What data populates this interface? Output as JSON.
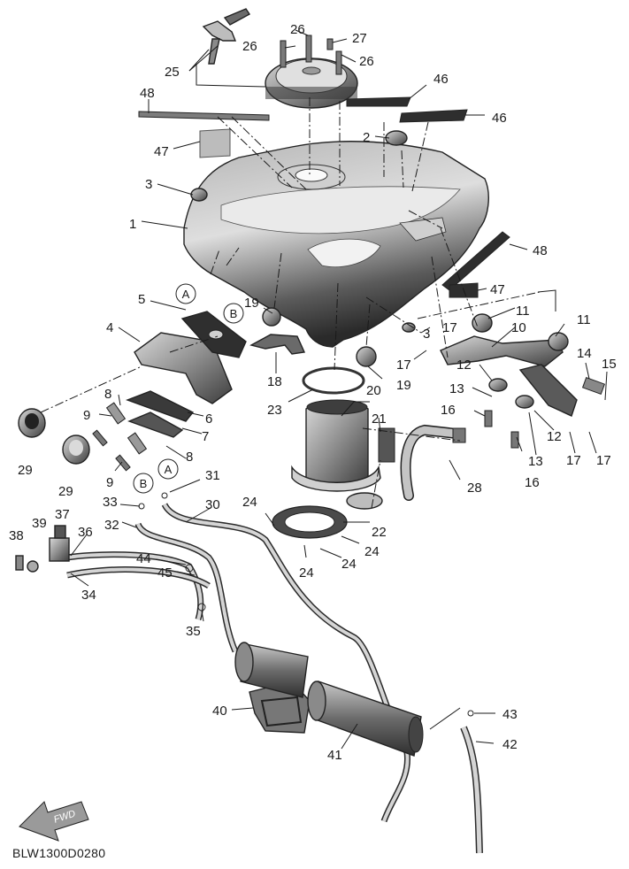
{
  "diagram_code": "BLW1300D0280",
  "fwd_label": "FWD",
  "ref_letters": {
    "a": "A",
    "b": "B"
  },
  "callouts": {
    "c1": "1",
    "c2": "2",
    "c3": "3",
    "c3b": "3",
    "c4": "4",
    "c5": "5",
    "c6": "6",
    "c7": "7",
    "c8a": "8",
    "c8b": "8",
    "c9a": "9",
    "c9b": "9",
    "c10": "10",
    "c11a": "11",
    "c11b": "11",
    "c12a": "12",
    "c12b": "12",
    "c13a": "13",
    "c13b": "13",
    "c14": "14",
    "c15": "15",
    "c16a": "16",
    "c16b": "16",
    "c17a": "17",
    "c17b": "17",
    "c17c": "17",
    "c17d": "17",
    "c18": "18",
    "c19a": "19",
    "c19b": "19",
    "c20": "20",
    "c21": "21",
    "c22": "22",
    "c23": "23",
    "c24a": "24",
    "c24b": "24",
    "c24c": "24",
    "c24d": "24",
    "c25": "25",
    "c26a": "26",
    "c26b": "26",
    "c26c": "26",
    "c27": "27",
    "c28": "28",
    "c29a": "29",
    "c29b": "29",
    "c30": "30",
    "c31": "31",
    "c32": "32",
    "c33": "33",
    "c34": "34",
    "c35": "35",
    "c36": "36",
    "c37": "37",
    "c38": "38",
    "c39": "39",
    "c40": "40",
    "c41": "41",
    "c42": "42",
    "c43": "43",
    "c44": "44",
    "c45": "45",
    "c46a": "46",
    "c46b": "46",
    "c47a": "47",
    "c47b": "47",
    "c48a": "48",
    "c48b": "48"
  }
}
